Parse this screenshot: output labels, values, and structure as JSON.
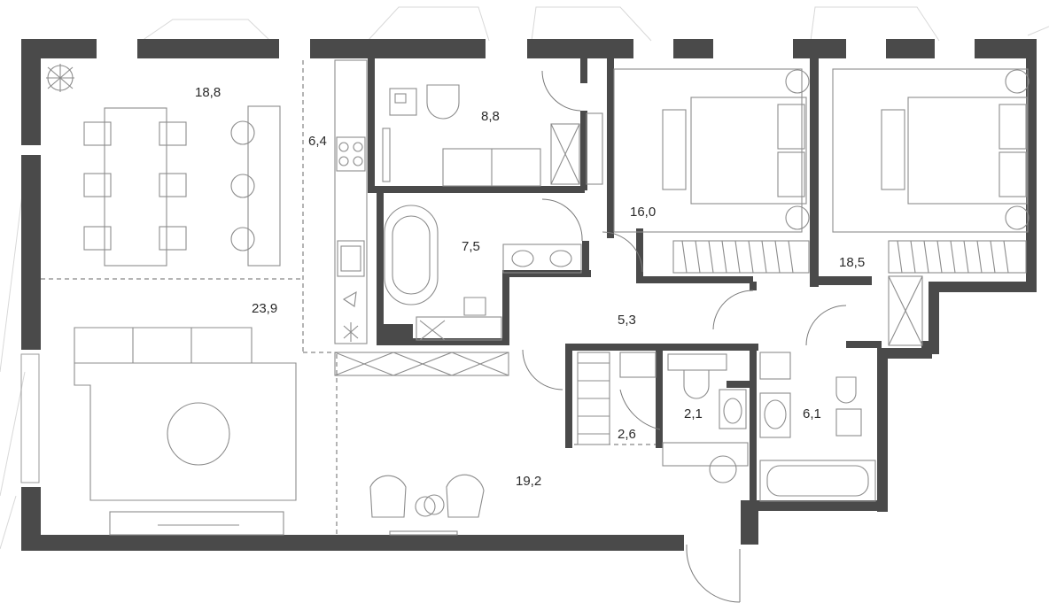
{
  "rooms": [
    {
      "id": "dining",
      "area": "18,8"
    },
    {
      "id": "kitchen",
      "area": "6,4"
    },
    {
      "id": "study",
      "area": "8,8"
    },
    {
      "id": "bathroom-1",
      "area": "7,5"
    },
    {
      "id": "bedroom-1",
      "area": "16,0"
    },
    {
      "id": "bedroom-2",
      "area": "18,5"
    },
    {
      "id": "living",
      "area": "23,9"
    },
    {
      "id": "corridor",
      "area": "5,3"
    },
    {
      "id": "wardrobe",
      "area": "2,6"
    },
    {
      "id": "wc",
      "area": "2,1"
    },
    {
      "id": "bathroom-2",
      "area": "6,1"
    },
    {
      "id": "hall",
      "area": "19,2"
    }
  ],
  "colors": {
    "wall": "#4a4a4a",
    "furniture": "#8c8c8c",
    "label": "#2a2a2a"
  }
}
